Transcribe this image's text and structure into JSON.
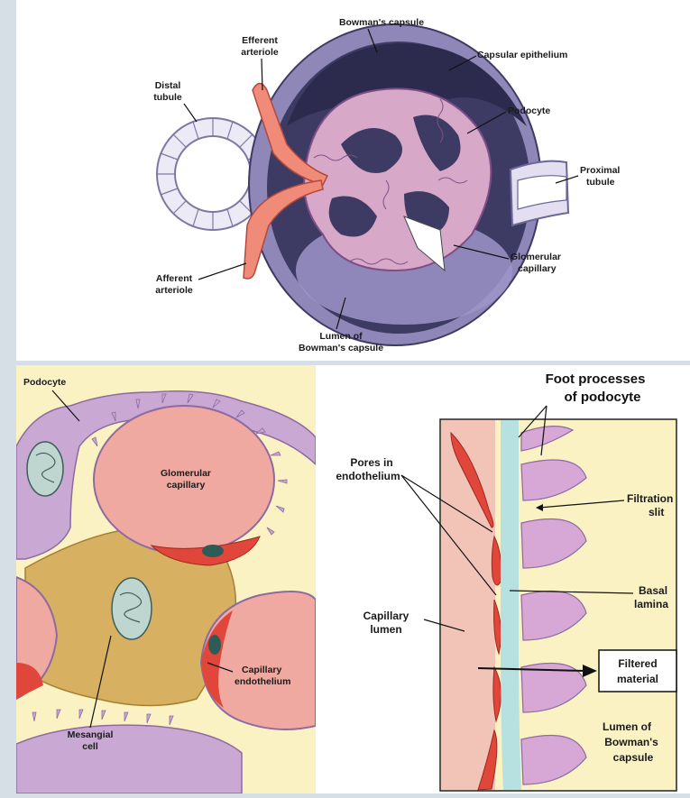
{
  "top_diagram": {
    "labels": {
      "bowmans_capsule": "Bowman's capsule",
      "efferent_arteriole_1": "Efferent",
      "efferent_arteriole_2": "arteriole",
      "capsular_epithelium": "Capsular epithelium",
      "distal_tubule_1": "Distal",
      "distal_tubule_2": "tubule",
      "podocyte": "Podocyte",
      "proximal_tubule_1": "Proximal",
      "proximal_tubule_2": "tubule",
      "glomerular_capillary_1": "Glomerular",
      "glomerular_capillary_2": "capillary",
      "afferent_arteriole_1": "Afferent",
      "afferent_arteriole_2": "arteriole",
      "lumen_1": "Lumen of",
      "lumen_2": "Bowman's capsule"
    }
  },
  "bottom_left_diagram": {
    "labels": {
      "podocyte": "Podocyte",
      "glomerular_capillary_1": "Glomerular",
      "glomerular_capillary_2": "capillary",
      "capillary_endothelium_1": "Capillary",
      "capillary_endothelium_2": "endothelium",
      "mesangial_cell_1": "Mesangial",
      "mesangial_cell_2": "cell"
    }
  },
  "bottom_right_diagram": {
    "labels": {
      "foot_processes_1": "Foot processes",
      "foot_processes_2": "of podocyte",
      "pores_1": "Pores in",
      "pores_2": "endothelium",
      "filtration_slit_1": "Filtration",
      "filtration_slit_2": "slit",
      "basal_lamina_1": "Basal",
      "basal_lamina_2": "lamina",
      "capillary_lumen_1": "Capillary",
      "capillary_lumen_2": "lumen",
      "filtered_material_1": "Filtered",
      "filtered_material_2": "material",
      "lumen_bowman_1": "Lumen of",
      "lumen_bowman_2": "Bowman's",
      "lumen_bowman_3": "capsule"
    }
  },
  "colors": {
    "capsule_dark": "#3d3b63",
    "capsule_purple": "#8e87b8",
    "podocyte_lilac": "#c9a8d3",
    "capillary_pink": "#f0a9a0",
    "arteriole_red": "#e46a55",
    "mesangial_gold": "#d7b161",
    "basal_lamina_blue": "#b7e0e0",
    "background_cream": "#fbf2c4"
  }
}
